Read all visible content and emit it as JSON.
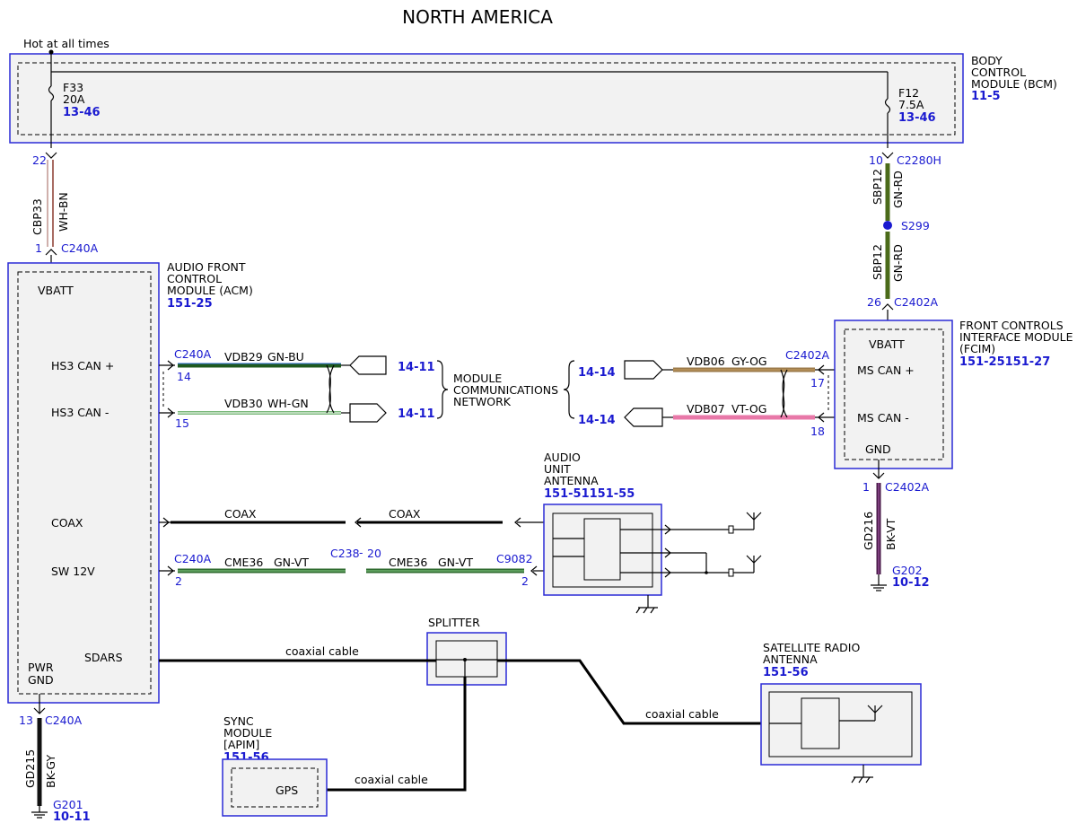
{
  "title": "NORTH AMERICA",
  "hot_label": "Hot at all times",
  "bcm": {
    "name_lines": [
      "BODY",
      "CONTROL",
      "MODULE (BCM)"
    ],
    "ref": "11-5",
    "fuse_left": {
      "id": "F33",
      "rating": "20A",
      "ref": "13-46"
    },
    "fuse_right": {
      "id": "F12",
      "rating": "7.5A",
      "ref": "13-46"
    }
  },
  "wire_left_top": {
    "pin_top": "22",
    "circuit": "CBP33",
    "color": "WH-BN",
    "pin_bottom": "1",
    "connector": "C240A",
    "stroke_a": "#ffffff",
    "stroke_b": "#8b3a2f"
  },
  "wire_right_top": {
    "pin_top": "10",
    "connector_top": "C2280H",
    "circuit1": "SBP12",
    "color1": "GN-RD",
    "splice": "S299",
    "circuit2": "SBP12",
    "color2": "GN-RD",
    "pin_bottom": "26",
    "connector_bottom": "C2402A",
    "stroke": "#4b6b1a"
  },
  "acm": {
    "name_lines": [
      "AUDIO FRONT",
      "CONTROL",
      "MODULE (ACM)"
    ],
    "ref": "151-25",
    "pins": {
      "vbatt": "VBATT",
      "hs3_pos": "HS3 CAN +",
      "hs3_neg": "HS3 CAN -",
      "coax": "COAX",
      "sw12": "SW 12V",
      "sdars": "SDARS",
      "pwr": "PWR",
      "gnd": "GND"
    }
  },
  "can_left": {
    "connector": "C240A",
    "top": {
      "pin": "14",
      "circuit": "VDB29",
      "color": "GN-BU",
      "ref": "14-11",
      "stroke": "#1f5a1f"
    },
    "bottom": {
      "pin": "15",
      "circuit": "VDB30",
      "color": "WH-GN",
      "ref": "14-11",
      "stroke": "#7ab87a"
    }
  },
  "network_label": [
    "MODULE",
    "COMMUNICATIONS",
    "NETWORK"
  ],
  "can_right": {
    "connector": "C2402A",
    "top": {
      "pin": "17",
      "circuit": "VDB06",
      "color": "GY-OG",
      "ref": "14-14",
      "stroke": "#9b7a4a"
    },
    "bottom": {
      "pin": "18",
      "circuit": "VDB07",
      "color": "VT-OG",
      "ref": "14-14",
      "stroke": "#e878a8"
    }
  },
  "fcim": {
    "name_lines": [
      "FRONT CONTROLS",
      "INTERFACE MODULE",
      "(FCIM)"
    ],
    "ref": "151-25151-27",
    "pins": {
      "vbatt": "VBATT",
      "ms_pos": "MS CAN +",
      "ms_neg": "MS CAN -",
      "gnd": "GND"
    }
  },
  "fcim_ground": {
    "pin": "1",
    "connector": "C2402A",
    "circuit": "GD216",
    "color": "BK-VT",
    "ground": "G202",
    "ref": "10-12",
    "stroke": "#4a1a4a"
  },
  "coax_row": {
    "label1": "COAX",
    "label2": "COAX"
  },
  "sw_row": {
    "connector1": "C240A",
    "pin1": "2",
    "circuit1": "CME36",
    "color1": "GN-VT",
    "connector2": "C238",
    "pin2": "20",
    "circuit2": "CME36",
    "color2": "GN-VT",
    "connector3": "C9082",
    "pin3": "2",
    "stroke": "#2f6b2f"
  },
  "audio_antenna": {
    "name_lines": [
      "AUDIO",
      "UNIT",
      "ANTENNA"
    ],
    "ref": "151-51151-55"
  },
  "splitter": {
    "name": "SPLITTER"
  },
  "coax_labels": {
    "sdars": "coaxial cable",
    "sat": "coaxial cable",
    "gps": "coaxial cable"
  },
  "sat_antenna": {
    "name_lines": [
      "SATELLITE RADIO",
      "ANTENNA"
    ],
    "ref": "151-56"
  },
  "sync": {
    "name_lines": [
      "SYNC",
      "MODULE",
      "[APIM]"
    ],
    "ref": "151-56",
    "gps": "GPS"
  },
  "acm_ground": {
    "pin": "13",
    "connector": "C240A",
    "circuit": "GD215",
    "color": "BK-GY",
    "ground": "G201",
    "ref": "10-11",
    "stroke": "#111111"
  }
}
